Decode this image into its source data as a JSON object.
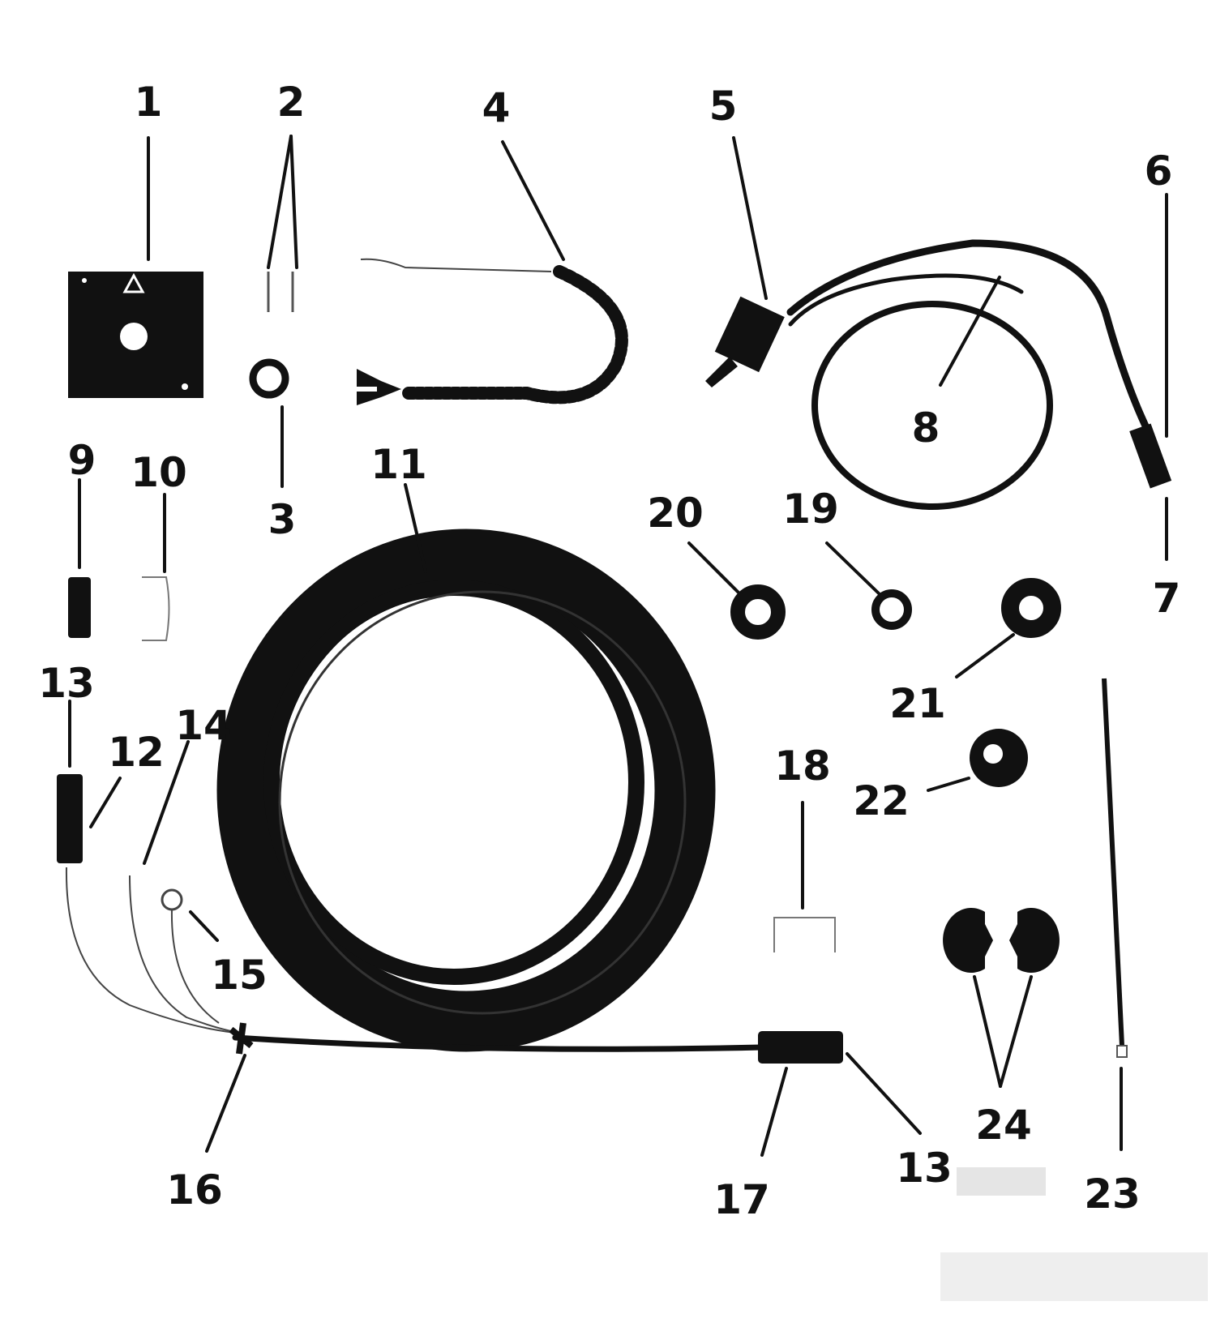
{
  "diagram": {
    "callouts": {
      "c1": "1",
      "c2": "2",
      "c3": "3",
      "c4": "4",
      "c5": "5",
      "c6": "6",
      "c7": "7",
      "c8": "8",
      "c9": "9",
      "c10": "10",
      "c11": "11",
      "c12": "12",
      "c13a": "13",
      "c13b": "13",
      "c14": "14",
      "c15": "15",
      "c16": "16",
      "c17": "17",
      "c18": "18",
      "c19": "19",
      "c20": "20",
      "c21": "21",
      "c22": "22",
      "c23": "23",
      "c24": "24"
    }
  }
}
